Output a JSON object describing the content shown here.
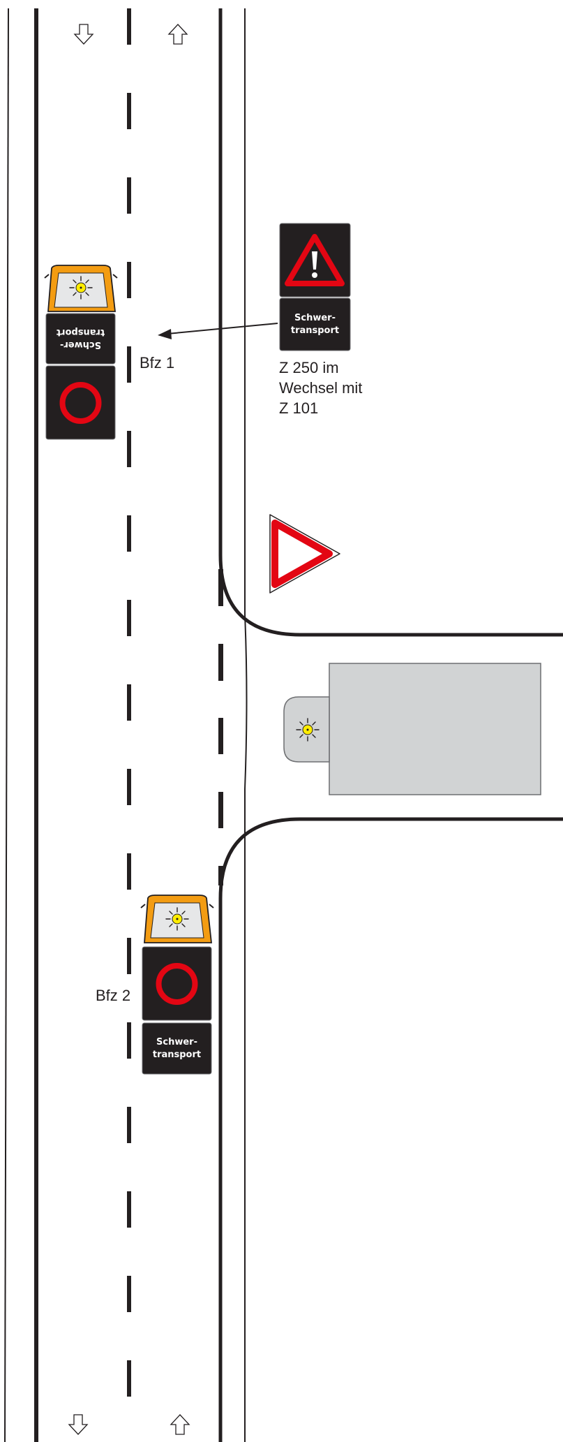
{
  "labels": {
    "vehicle_1": "Bfz 1",
    "vehicle_2": "Bfz 2",
    "sign_note_line1": "Z 250 im",
    "sign_note_line2": "Wechsel mit",
    "sign_note_line3": "Z 101"
  },
  "panel_text": {
    "line1": "Schwer-",
    "line2": "transport"
  },
  "colors": {
    "road_line": "#231f20",
    "sign_red": "#e30613",
    "panel_black": "#231f20",
    "vehicle_orange": "#f39c12",
    "beacon_yellow": "#ffed00",
    "truck_gray": "#d1d3d4"
  },
  "icons": {
    "lane_direction_down": "arrow-down-outline",
    "lane_direction_up": "arrow-up-outline",
    "warning_sign": "danger-warning-triangle",
    "yield_sign": "yield-triangle",
    "prohibition_sign": "no-vehicles-circle",
    "beacon": "rotating-beacon"
  }
}
